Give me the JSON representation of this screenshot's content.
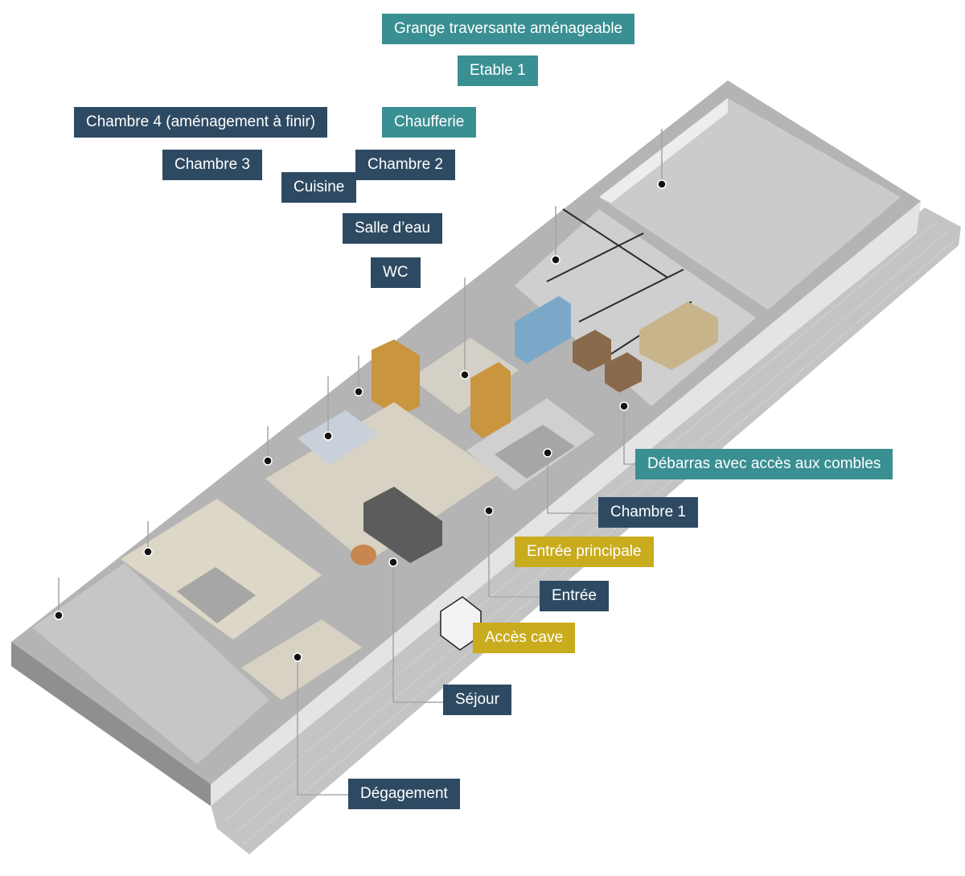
{
  "colors": {
    "navy": "#2e4a63",
    "teal": "#3a8f92",
    "gold": "#c9ab1e",
    "floor": "#d2d2d2",
    "wall_top": "#a9a9a9",
    "wall_face": "#e9e9e9",
    "paving": "#c4c4c4",
    "beige_floor": "#d8d2c4"
  },
  "labels": [
    {
      "id": "grange",
      "text": "Grange traversante aménageable",
      "style": "teal",
      "dot": null
    },
    {
      "id": "etable",
      "text": "Etable 1",
      "style": "teal",
      "dot": [
        823,
        229
      ]
    },
    {
      "id": "chambre4",
      "text": "Chambre 4 (aménagement à finir)",
      "style": "navy",
      "dot": [
        73,
        765
      ]
    },
    {
      "id": "chaufferie",
      "text": "Chaufferie",
      "style": "teal",
      "dot": [
        691,
        323
      ]
    },
    {
      "id": "chambre3",
      "text": "Chambre 3",
      "style": "navy",
      "dot": [
        184,
        686
      ]
    },
    {
      "id": "chambre2",
      "text": "Chambre 2",
      "style": "navy",
      "dot": [
        578,
        466
      ]
    },
    {
      "id": "cuisine",
      "text": "Cuisine",
      "style": "navy",
      "dot": [
        333,
        573
      ]
    },
    {
      "id": "salle_eau",
      "text": "Salle d’eau",
      "style": "navy",
      "dot": [
        408,
        542
      ]
    },
    {
      "id": "wc",
      "text": "WC",
      "style": "navy",
      "dot": [
        446,
        487
      ]
    },
    {
      "id": "debarras",
      "text": "Débarras avec accès aux combles",
      "style": "teal",
      "dot": [
        776,
        505
      ]
    },
    {
      "id": "chambre1",
      "text": "Chambre 1",
      "style": "navy",
      "dot": [
        681,
        563
      ]
    },
    {
      "id": "entree_principale",
      "text": "Entrée principale",
      "style": "gold",
      "dot": null
    },
    {
      "id": "entree",
      "text": "Entrée",
      "style": "navy",
      "dot": [
        608,
        635
      ]
    },
    {
      "id": "acces_cave",
      "text": "Accès cave",
      "style": "gold",
      "dot": null
    },
    {
      "id": "sejour",
      "text": "Séjour",
      "style": "navy",
      "dot": [
        489,
        699
      ]
    },
    {
      "id": "degagement",
      "text": "Dégagement",
      "style": "navy",
      "dot": [
        370,
        817
      ]
    }
  ]
}
